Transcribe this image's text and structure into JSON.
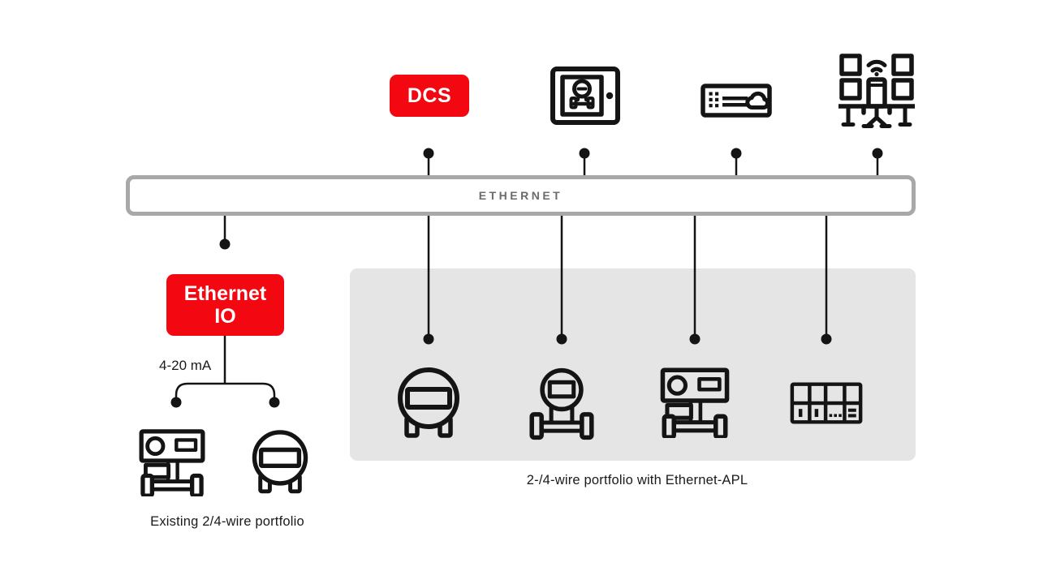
{
  "title": "Ethernet-APL field network architecture diagram",
  "colors": {
    "accent_red": "#f30711",
    "bus_border": "#a8a8a8",
    "bus_text": "#6b6b6b",
    "panel_gray": "#e5e5e5",
    "ink": "#141414"
  },
  "nodes": {
    "dcs_label": "DCS",
    "ethernet_bus_label": "ETHERNET",
    "ethernet_io_line1": "Ethernet",
    "ethernet_io_line2": "IO",
    "current_loop_label": "4-20 mA",
    "existing_caption": "Existing 2/4-wire portfolio",
    "apl_caption": "2-/4-wire portfolio with Ethernet-APL"
  },
  "top_icons": [
    {
      "name": "dcs-node",
      "label": "DCS"
    },
    {
      "name": "operator-panel-icon"
    },
    {
      "name": "edge-gateway-icon"
    },
    {
      "name": "workstation-icon"
    }
  ],
  "apl_devices": [
    {
      "name": "flowmeter-icon"
    },
    {
      "name": "round-transmitter-icon"
    },
    {
      "name": "level-transmitter-icon"
    },
    {
      "name": "remote-io-icon"
    }
  ],
  "existing_devices": [
    {
      "name": "level-transmitter-icon"
    },
    {
      "name": "flowmeter-icon"
    }
  ]
}
